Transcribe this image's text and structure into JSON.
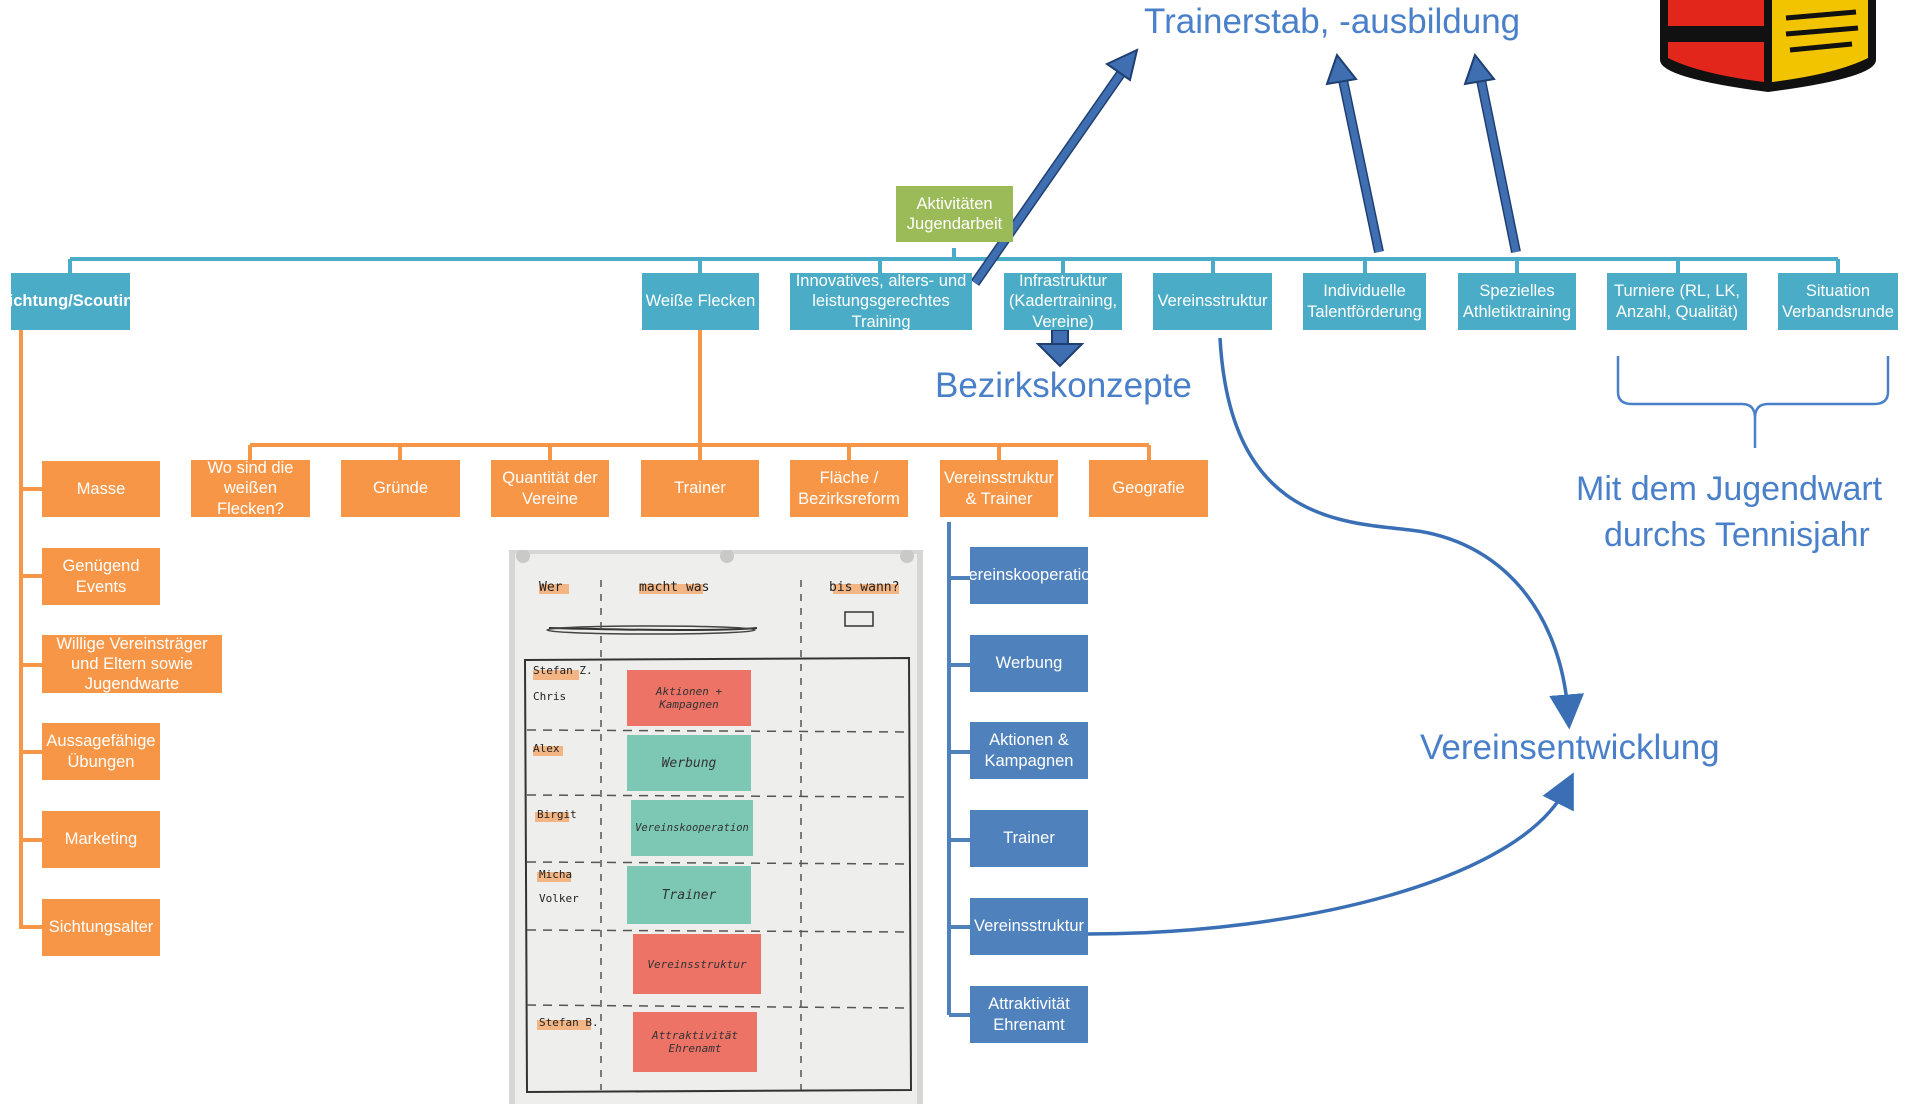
{
  "header": {
    "trainerstab": "Trainerstab, -ausbildung"
  },
  "root": {
    "label": "Aktivitäten Jugendarbeit"
  },
  "top_nodes": [
    "Sichtung/Scouting",
    "Weiße Flecken",
    "Innovatives, alters- und leistungsgerechtes Training",
    "Infrastruktur (Kadertraining, Vereine)",
    "Vereinsstruktur",
    "Individuelle Talentförderung",
    "Spezielles Athletiktraining",
    "Turniere (RL, LK, Anzahl, Qualität)",
    "Situation Verbandsrunde"
  ],
  "sichtung_children": [
    "Masse",
    "Genügend Events",
    "Willige Vereinsträger und Eltern sowie Jugendwarte",
    "Aussagefähige Übungen",
    "Marketing",
    "Sichtungsalter"
  ],
  "flecken_children": [
    "Wo sind die weißen Flecken?",
    "Gründe",
    "Quantität der Vereine",
    "Trainer",
    "Fläche / Bezirksreform",
    "Vereinsstruktur & Trainer",
    "Geografie"
  ],
  "vereinsstruktur_children": [
    "Vereinskooperation",
    "Werbung",
    "Aktionen & Kampagnen",
    "Trainer",
    "Vereinsstruktur",
    "Attraktivität Ehrenamt"
  ],
  "annotations": {
    "bezirkskonzepte": "Bezirkskonzepte",
    "jugendwart_line1": "Mit dem Jugendwart",
    "jugendwart_line2": "durchs Tennisjahr",
    "vereinsentwicklung": "Vereinsentwicklung"
  },
  "photo": {
    "headers": [
      "Wer",
      "macht was",
      "bis wann?"
    ],
    "names": [
      "Stefan Z.",
      "Chris",
      "Alex",
      "Birgit",
      "Micha",
      "Volker",
      "Stefan B."
    ],
    "notes": [
      "Aktionen + Kampagnen",
      "Werbung",
      "Vereinskooperation",
      "Trainer",
      "Vereinsstruktur",
      "Attraktivität Ehrenamt"
    ]
  },
  "colors": {
    "teal": "#4aacc6",
    "orange": "#f79646",
    "blue": "#4f81bd",
    "green": "#9bbb59",
    "annotation_text": "#4a80c9",
    "sticky_red": "#ec7366",
    "sticky_teal": "#7cc8b4"
  }
}
